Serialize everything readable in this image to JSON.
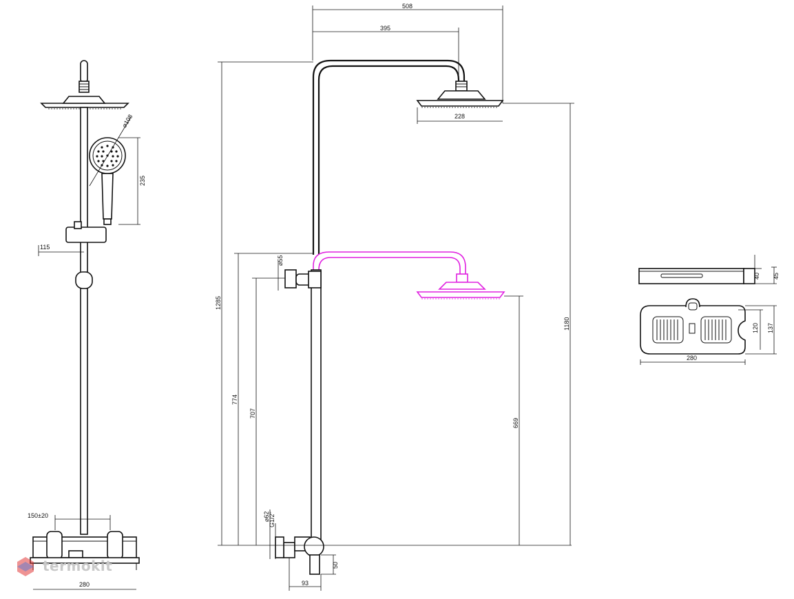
{
  "brand": {
    "logo_text": "termokit",
    "colors": {
      "line": "#111111",
      "highlight": "#e020e0",
      "logo_gray": "#c9c9c9",
      "logo_red": "#e23b3b",
      "logo_blue": "#4a78d8"
    }
  },
  "dimensions": {
    "side_view": {
      "handshower_diameter": "⌀108",
      "handshower_length": "235",
      "holder_offset": "115",
      "inlet_spacing": "150±20",
      "mixer_width": "280"
    },
    "front_view": {
      "arm_reach_total": "508",
      "arm_reach": "395",
      "head_diameter": "228",
      "total_height": "1285",
      "head_height": "1180",
      "lower_arm_height": "774",
      "outlet_height": "707",
      "lower_head_height": "669",
      "holder_diameter": "⌀55",
      "inlet_diameter": "⌀62",
      "thread": "G1/2\"",
      "inlet_depth": "50",
      "wall_offset": "93"
    },
    "shelf_view": {
      "shelf_thickness": "40",
      "shelf_height": "45",
      "shelf_depth_inner": "120",
      "shelf_depth": "137",
      "shelf_width": "280"
    }
  }
}
